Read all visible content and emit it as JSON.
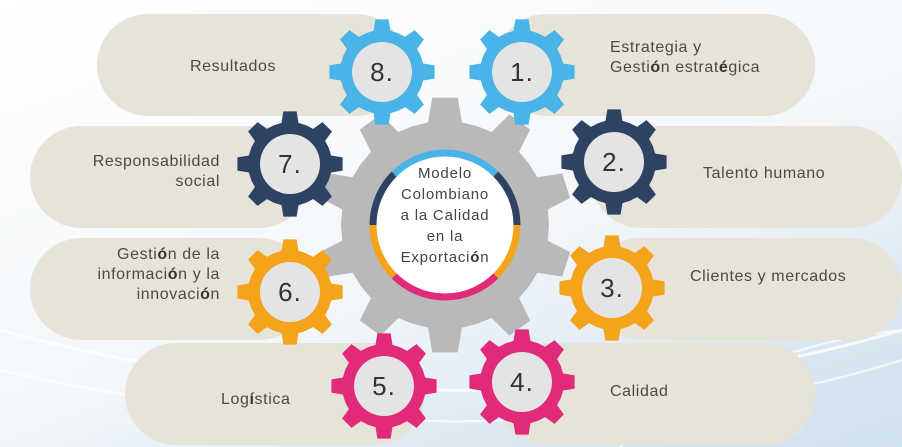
{
  "center": {
    "title_lines": [
      "Modelo",
      "Colombiano",
      "a la Calidad",
      "en la"
    ],
    "last_line_pre": "Exportaci",
    "last_line_bold": "ó",
    "last_line_post": "n"
  },
  "items": [
    {
      "number": "1.",
      "pre": "Estrategia y",
      "line2_pre": "Gesti",
      "line2_bold": "ó",
      "line2_post": "n estrat",
      "line2_bold2": "é",
      "line2_post2": "gica"
    },
    {
      "number": "2.",
      "text": "Talento humano"
    },
    {
      "number": "3.",
      "text": "Clientes y mercados"
    },
    {
      "number": "4.",
      "text": "Calidad"
    },
    {
      "number": "5.",
      "pre": "Log",
      "bold": "í",
      "post": "stica"
    },
    {
      "number": "6.",
      "l1_pre": "Gesti",
      "l1_bold": "ó",
      "l1_post": "n de la",
      "l2_pre": "informaci",
      "l2_bold": "ó",
      "l2_post": "n y la",
      "l3_pre": "innovaci",
      "l3_bold": "ó",
      "l3_post": "n"
    },
    {
      "number": "7.",
      "line1": "Responsabilidad",
      "line2": "social"
    },
    {
      "number": "8.",
      "text": "Resultados"
    }
  ],
  "colors": {
    "blue": "#4ab3e8",
    "navy": "#2e4364",
    "orange": "#f5a31a",
    "pink": "#e22a7a",
    "gray": "#b9b9b9",
    "pill": "#e6e3d8"
  }
}
